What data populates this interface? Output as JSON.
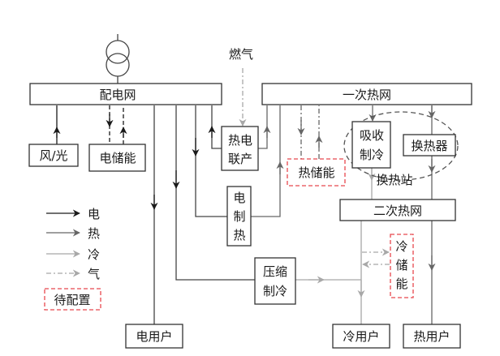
{
  "colors": {
    "electric": "#1a1a1a",
    "heat": "#666666",
    "cold": "#a8a8a8",
    "gas": "#a8a8a8",
    "pending_border": "#e8474d",
    "box_border": "#333333"
  },
  "nodes": {
    "distribution_grid": "配电网",
    "primary_heat_network": "一次热网",
    "gas": "燃气",
    "wind_solar": "风/光",
    "electric_storage": "电储能",
    "chp": [
      "热电",
      "联产"
    ],
    "electric_heating": [
      "电",
      "制",
      "热"
    ],
    "thermal_storage": "热储能",
    "absorption_chiller": [
      "吸收",
      "制冷"
    ],
    "heat_exchanger": "换热器",
    "heat_exchange_station": "换热站",
    "secondary_heat_network": "二次热网",
    "compression_chiller": [
      "压缩",
      "制冷"
    ],
    "cold_storage": [
      "冷",
      "储",
      "能"
    ],
    "electric_user": "电用户",
    "cold_user": "冷用户",
    "heat_user": "热用户"
  },
  "legend": {
    "items": [
      {
        "label": "电",
        "type": "electric"
      },
      {
        "label": "热",
        "type": "heat"
      },
      {
        "label": "冷",
        "type": "cold"
      },
      {
        "label": "气",
        "type": "gas"
      }
    ],
    "pending_label": "待配置"
  }
}
